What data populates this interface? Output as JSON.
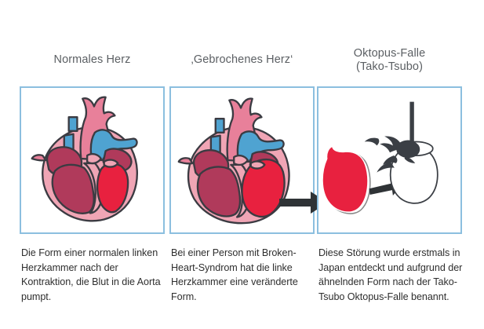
{
  "panels": [
    {
      "title": "Normales Herz",
      "caption": "Die Form einer normalen linken Herzkammer nach der Kontraktion, die Blut in die Aorta pumpt.",
      "illustration": "normal-heart-anatomy"
    },
    {
      "title": "‚Gebrochenes Herz‘",
      "caption": "Bei einer Person mit Broken-Heart-Syndrom hat die linke Herzkammer eine veränderte Form.",
      "illustration": "broken-heart-syndrome-anatomy"
    },
    {
      "title": "Oktopus-Falle\n(Tako-Tsubo)",
      "caption": "Diese Störung wurde erstmals in Japan entdeckt und aufgrund der ähnelnden Form nach der Tako-Tsubo Oktopus-Falle benannt.",
      "illustration": "ballooned-ventricle-and-octopus-pot"
    }
  ],
  "colors": {
    "panel_border": "#8cbfdf",
    "heart_bright_red": "#e8213f",
    "heart_dark_magenta": "#b03a5b",
    "heart_light_pink": "#f0a5b5",
    "heart_mid_pink": "#e8809a",
    "vessel_blue": "#4fa3d1",
    "outline": "#3b3b42",
    "arrow_dark": "#2f3336",
    "title_text": "#5b5f63",
    "caption_text": "#2e2e2e"
  },
  "connector": {
    "label": "transformation-arrow",
    "direction": "right"
  }
}
